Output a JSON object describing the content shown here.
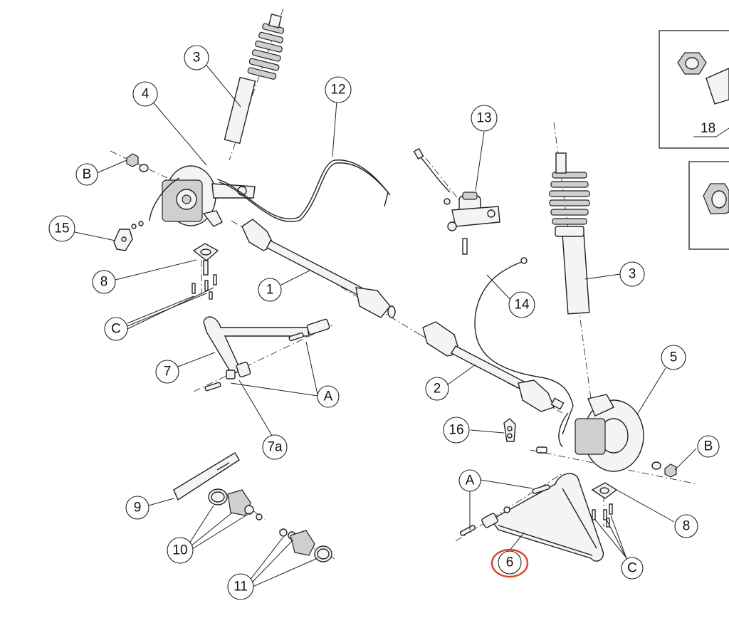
{
  "callouts": {
    "c1": "1",
    "c2": "2",
    "c3a": "3",
    "c3b": "3",
    "c4": "4",
    "c5": "5",
    "c6": "6",
    "c7": "7",
    "c7a": "7a",
    "c8a": "8",
    "c8b": "8",
    "c9": "9",
    "c10": "10",
    "c11": "11",
    "c12": "12",
    "c13": "13",
    "c14": "14",
    "c15": "15",
    "c16": "16",
    "cA1": "A",
    "cA2": "A",
    "cB1": "B",
    "cB2": "B",
    "cC1": "C",
    "cC2": "C"
  },
  "inset": {
    "label_18": "18"
  },
  "highlight": {
    "target": "6",
    "color": "#d9412b"
  }
}
